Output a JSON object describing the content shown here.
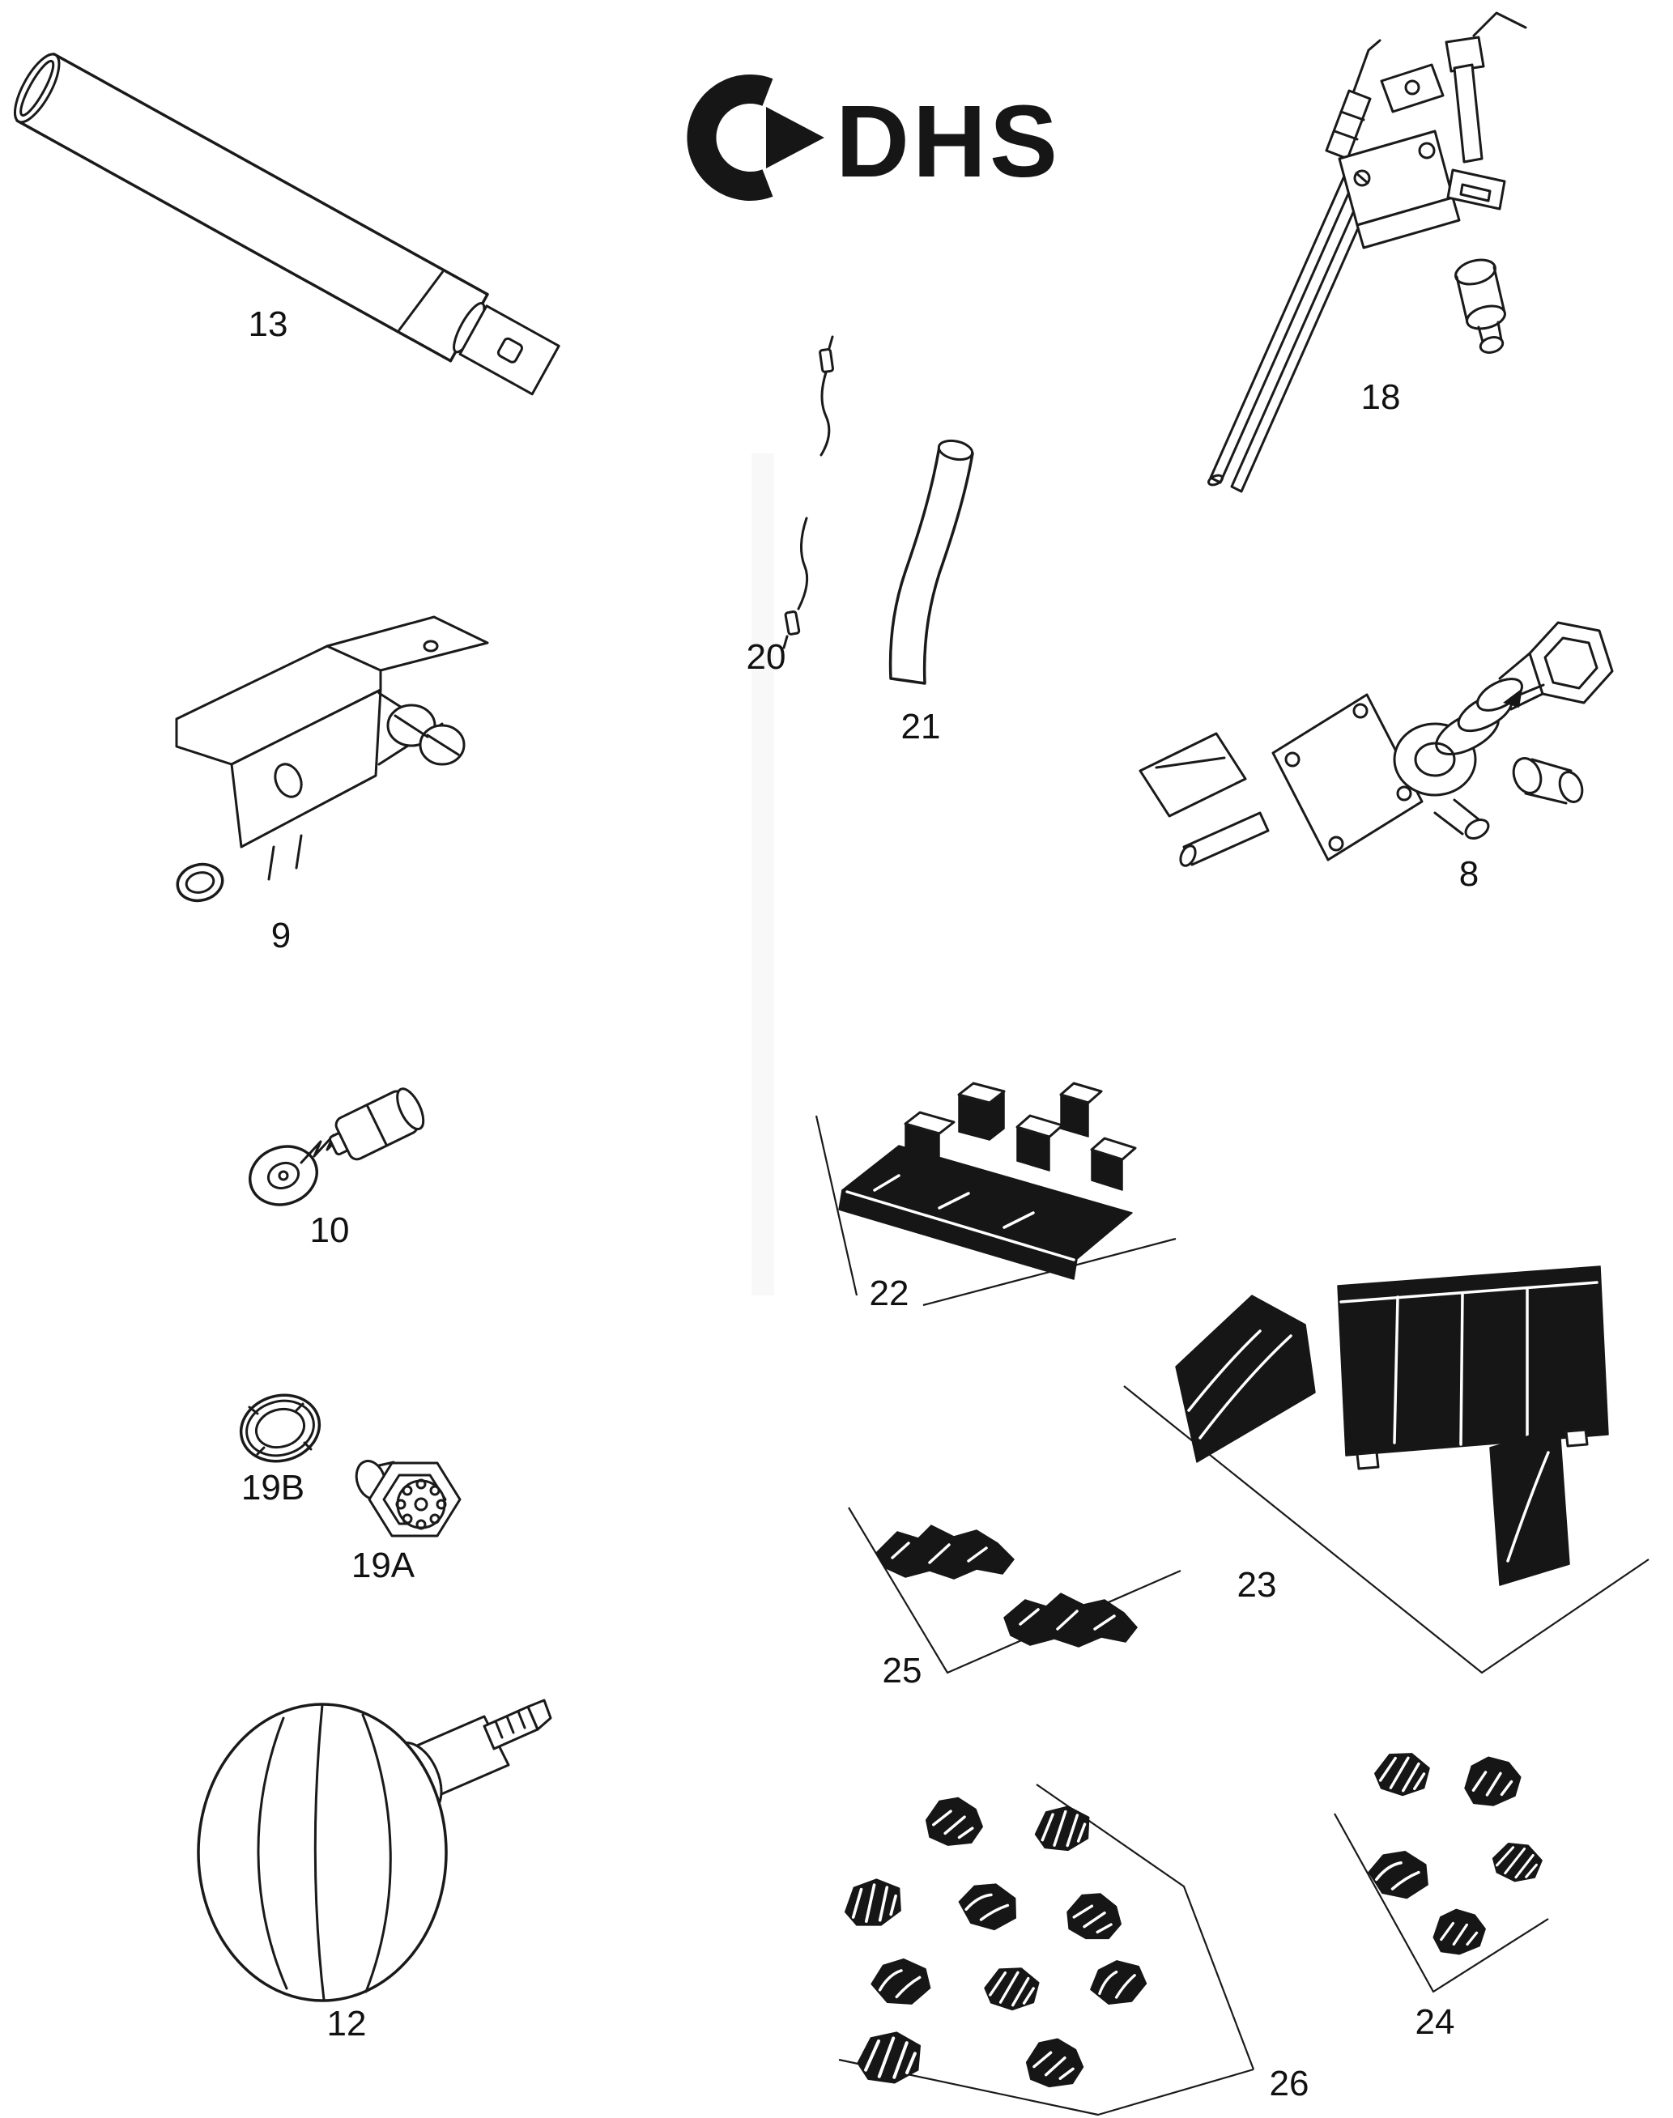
{
  "logo": {
    "text": "DHS"
  },
  "labels": {
    "p8": "8",
    "p9": "9",
    "p10": "10",
    "p12": "12",
    "p13": "13",
    "p18": "18",
    "p19a": "19A",
    "p19b": "19B",
    "p20": "20",
    "p21": "21",
    "p22": "22",
    "p23": "23",
    "p24": "24",
    "p25": "25",
    "p26": "26"
  },
  "colors": {
    "ink": "#1a1a1a",
    "dark_fill": "#161616",
    "paper": "#ffffff"
  }
}
